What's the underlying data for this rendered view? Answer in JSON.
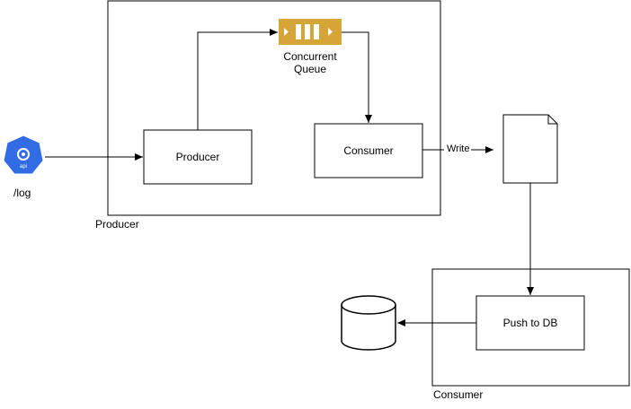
{
  "diagram": {
    "api_node": {
      "label": "/log",
      "icon_text": "api",
      "icon": "kubernetes-api-icon",
      "color": "#326CE5"
    },
    "producer_container": {
      "label": "Producer"
    },
    "consumer_container": {
      "label": "Consumer"
    },
    "producer_box": {
      "label": "Producer"
    },
    "consumer_box": {
      "label": "Consumer"
    },
    "queue": {
      "label_line1": "Concurrent",
      "label_line2": "Queue",
      "icon": "queue-icon",
      "color": "#D5A537"
    },
    "file_node": {
      "icon": "file-icon"
    },
    "push_box": {
      "label": "Push to DB"
    },
    "database_node": {
      "icon": "database-icon"
    },
    "edges": {
      "write_label": "Write"
    }
  }
}
